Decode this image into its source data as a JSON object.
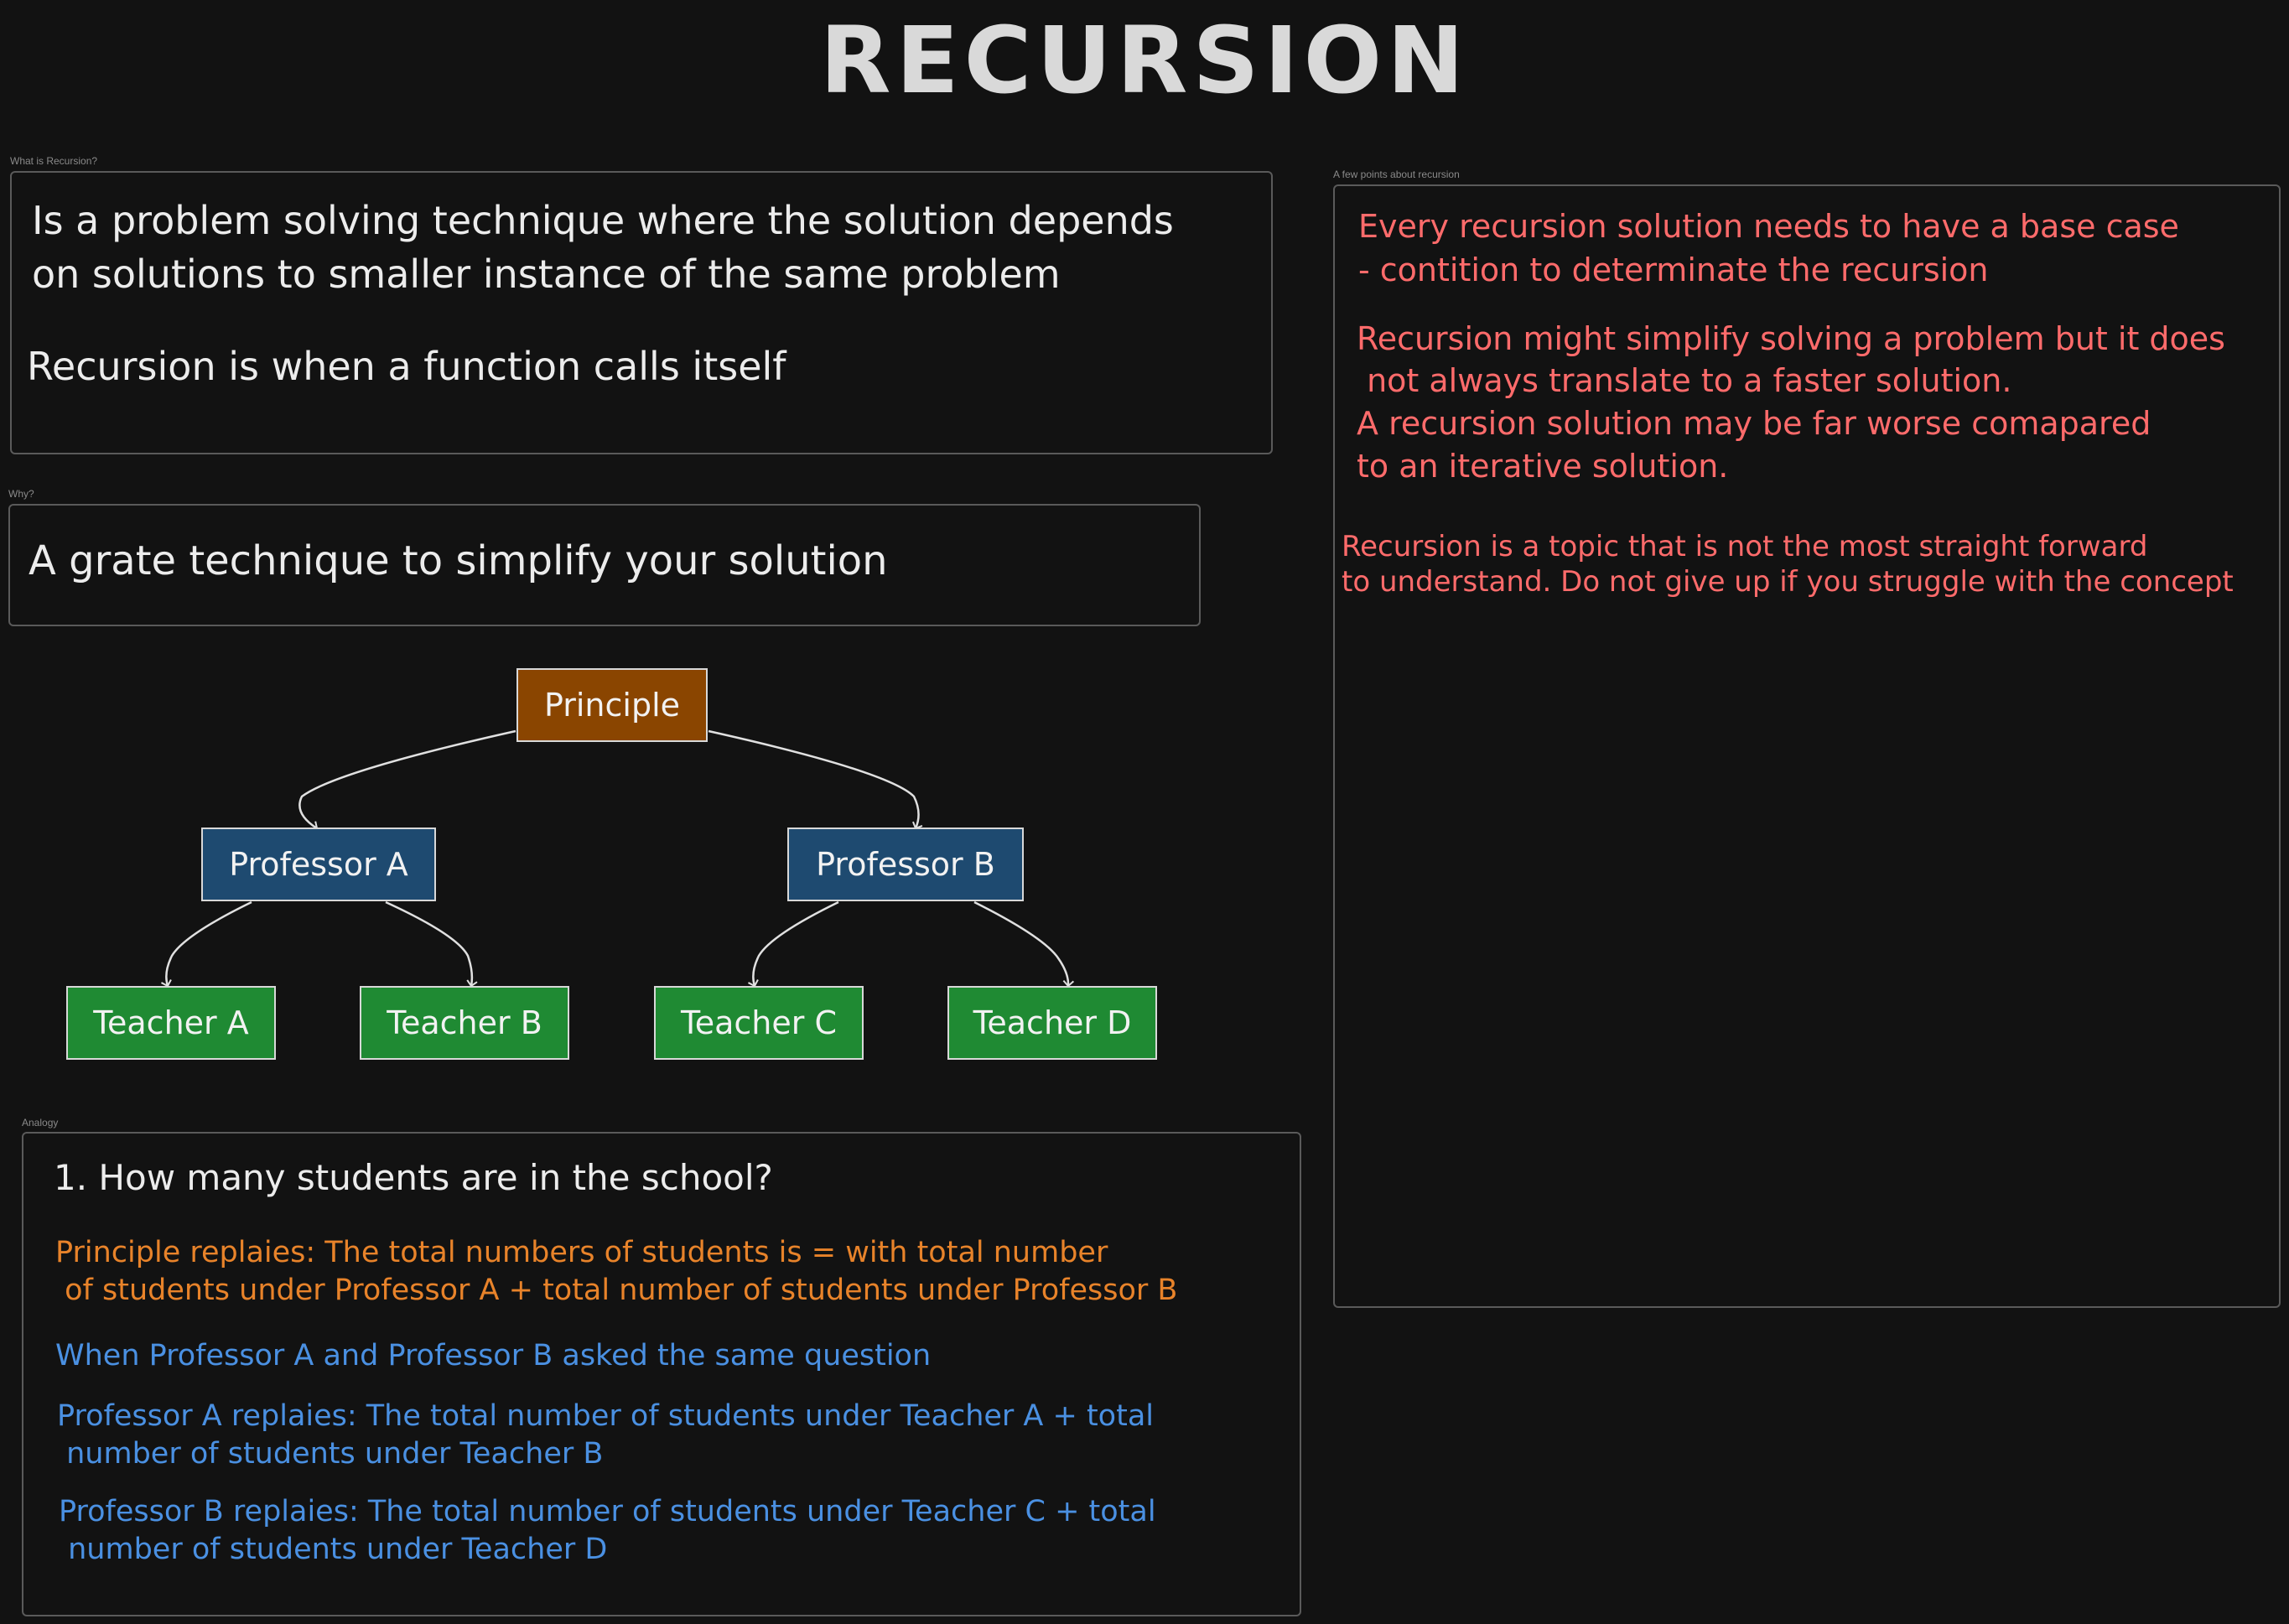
{
  "title": "RECURSION",
  "what": {
    "label": "What is Recursion?",
    "line1": "Is a problem solving technique where the solution depends",
    "line2": "on solutions to smaller instance of the same problem",
    "line3": "Recursion is when a function calls itself"
  },
  "why": {
    "label": "Why?",
    "text": "A grate technique to simplify your solution"
  },
  "points": {
    "label": "A few points about recursion",
    "p1_line1": "Every recursion solution needs to have a base case",
    "p1_line2": "- contition to determinate the recursion",
    "p2_line1": "Recursion might simplify solving a problem but it does",
    "p2_line2": " not always translate to a faster solution.",
    "p2_line3": "A recursion solution may be far worse comapared",
    "p2_line4": "to an iterative solution.",
    "p3_line1": "Recursion is a topic that is not the most straight forward",
    "p3_line2": "to understand. Do not give up if you struggle with the concept"
  },
  "tree": {
    "root": "Principle",
    "prof_a": "Professor A",
    "prof_b": "Professor B",
    "teacher_a": "Teacher A",
    "teacher_b": "Teacher B",
    "teacher_c": "Teacher C",
    "teacher_d": "Teacher D"
  },
  "analogy": {
    "label": "Analogy",
    "question": "1. How many students are in the school?",
    "principle_l1": "Principle replaies: The total numbers of students is = with total number",
    "principle_l2": " of students under Professor A + total number of students under Professor B",
    "when": "When Professor A and Professor B asked the same question",
    "prof_a_l1": "Professor A replaies: The total number of students under Teacher A + total",
    "prof_a_l2": " number of students under Teacher B",
    "prof_b_l1": "Professor B replaies: The total number of students under Teacher C + total",
    "prof_b_l2": " number of students under Teacher D"
  },
  "colors": {
    "background": "#121212",
    "principle_node": "#8a4500",
    "professor_node": "#1e4a70",
    "teacher_node": "#1f8a33",
    "points_text": "#ff6b6b",
    "principle_text": "#e8832a",
    "professor_text": "#4a90e2"
  }
}
